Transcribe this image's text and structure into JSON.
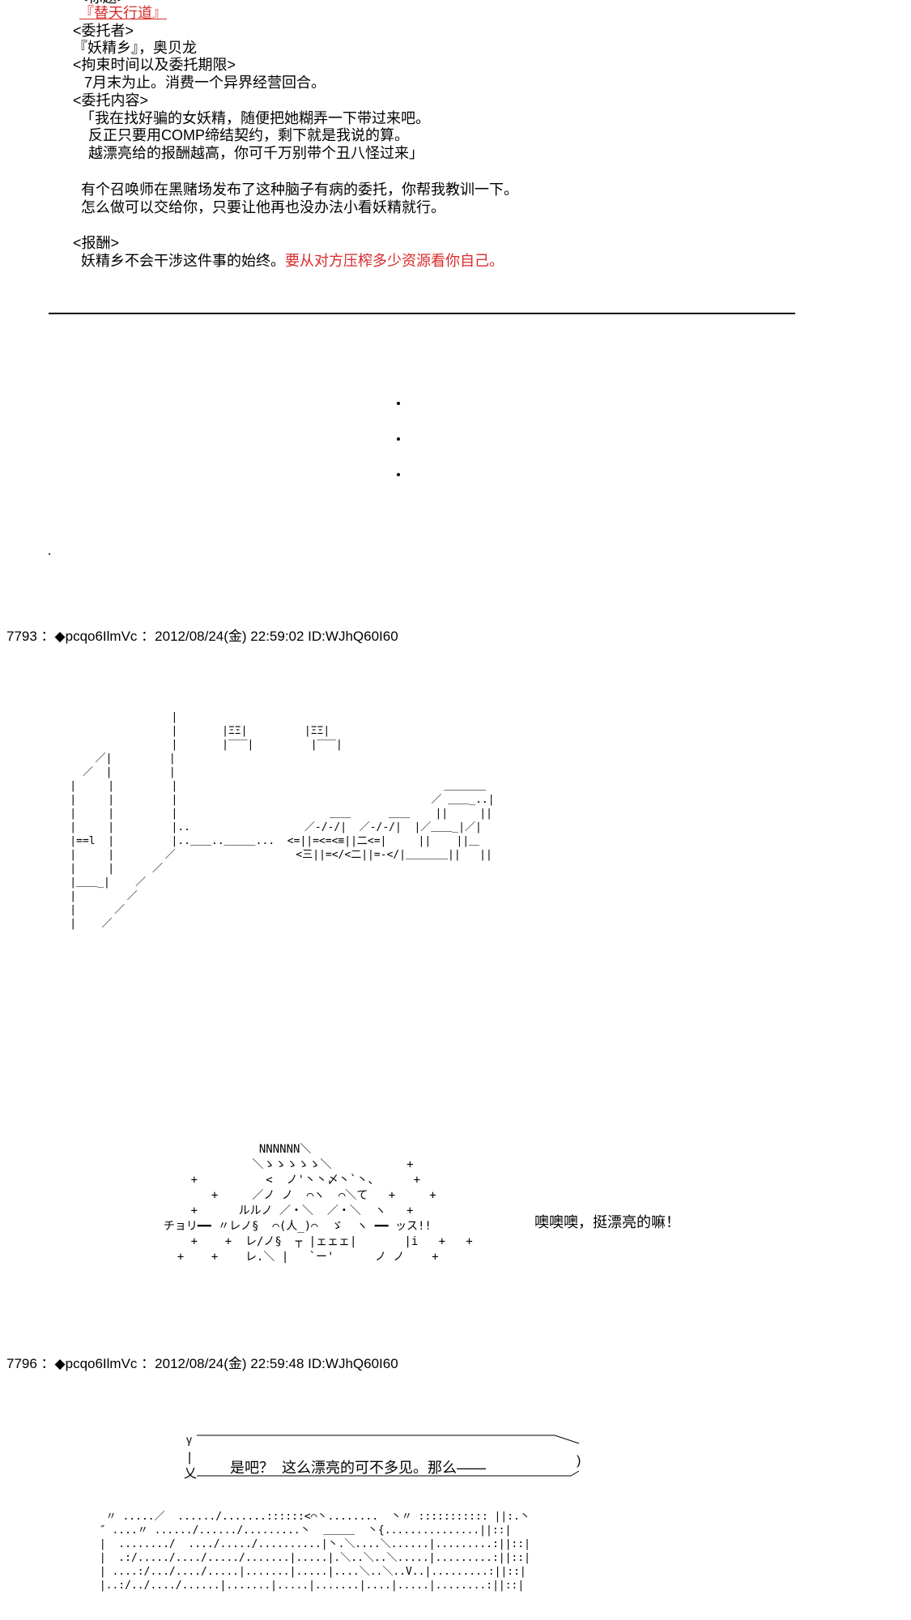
{
  "request": {
    "top_cut": "<标题>",
    "title": "『替天行道』",
    "client_label": "<委托者>",
    "client": "『妖精乡』，奥贝龙",
    "time_label": "<拘束时间以及委托期限>",
    "time": "7月末为止。消费一个异界经营回合。",
    "content_label": "<委托内容>",
    "content_lines": [
      "「我在找好骗的女妖精，随便把她糊弄一下带过来吧。",
      "  反正只要用COMP缔结契约，剩下就是我说的算。",
      "  越漂亮给的报酬越高，你可千万别带个丑八怪过来」"
    ],
    "note_lines": [
      "有个召唤师在黑赌场发布了这种脑子有病的委托，你帮我教训一下。",
      "怎么做可以交给你，只要让他再也没办法小看妖精就行。"
    ],
    "reward_label": "<报酬>",
    "reward_black": "妖精乡不会干涉这件事的始终。",
    "reward_red": "要从对方压榨多少资源看你自己。"
  },
  "posts": [
    {
      "header": "7793 ：◆pcqo6IlmVc ：2012/08/24(金) 22:59:02 ID:WJhQ60I60"
    },
    {
      "header": "7796 ：◆pcqo6IlmVc ：2012/08/24(金) 22:59:48 ID:WJhQ60I60"
    }
  ],
  "dialogue": {
    "side_line": "噢噢噢，挺漂亮的嘛！",
    "bubble_line": "是吧？  这么漂亮的可不多见。那么——"
  },
  "ascii_art": {
    "room": "                    |\n                    |       |ΞΞ|         |ΞΞ|\n                    |       |‾‾‾|         |‾‾‾|\n        ／|         |\n      ／  |         |\n    |     |         |                                          ＿＿＿＿\n    |     |         |                                        ／ ＿＿_..|\n    |     |         |                        ＿＿      ＿＿    ||     ||\n    |     |         |..                  ／-/-/|  ／-/-/|  |／＿＿_|／|\n    |==l  |         |..＿＿..＿＿＿...  <=||=<=<≡||二<=|     ||    ||＿\n    |     |        ／                   <三||=</<二||=-</|＿＿＿＿||   ||\n    |     |      ／\n    |＿＿_|    ／\n    |        ／\n    |      ／\n    |    ／",
    "face": "                NNNNNN＼\n               ＼ゝゝゝゝゝ＼           +\n      +          <  ノ'丶丶〆丶`丶、     +\n         +     ／ノ ノ  ⌒ヽ  ⌒＼て   +     +\n      +      ルルノ ／・＼  ／・＼  ヽ   +\n  チョリ━━ 〃レノ§  ⌒(人_)⌒  ゞ  ヽ ━━ ッス!!\n      +    +  レ/ノ§  ┬ |ェェェ|       |i   +   +\n    +    +    レ.＼ |   `ー'      ノ ノ    +",
    "lower": "  〃 .....／  ....../.......::::::<⌒丶........  丶〃 ::::::::::: ||:.丶\n ″ ....〃 ....../....../.........丶  ＿＿＿  丶{...............||::|\n |  ......../  ..../...../..........|丶.＼....＼......|.........:||::|\n |  .:/...../..../...../.......|.....|.＼..＼..＼.....|.........:||::|\n | ....:/.../..../.....|.......|.....|....＼..＼..V..|.........:||::|\n |..:/../..../......|.......|.....|.......|....|.....|........:||::|"
  }
}
